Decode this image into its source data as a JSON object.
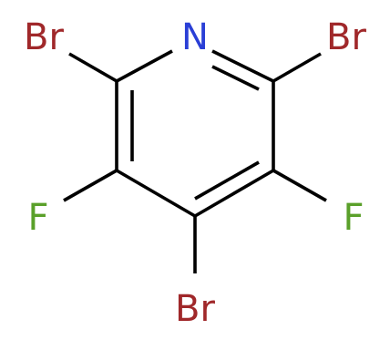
{
  "molecule": {
    "atoms": [
      {
        "id": "N1",
        "symbol": "N",
        "color": "#2a3fd6"
      },
      {
        "id": "Br2",
        "symbol": "Br",
        "color": "#a0282a"
      },
      {
        "id": "Br6",
        "symbol": "Br",
        "color": "#a0282a"
      },
      {
        "id": "F3",
        "symbol": "F",
        "color": "#5aa02a"
      },
      {
        "id": "F5",
        "symbol": "F",
        "color": "#5aa02a"
      },
      {
        "id": "Br4",
        "symbol": "Br",
        "color": "#a0282a"
      }
    ],
    "bond_color": "#000000"
  }
}
